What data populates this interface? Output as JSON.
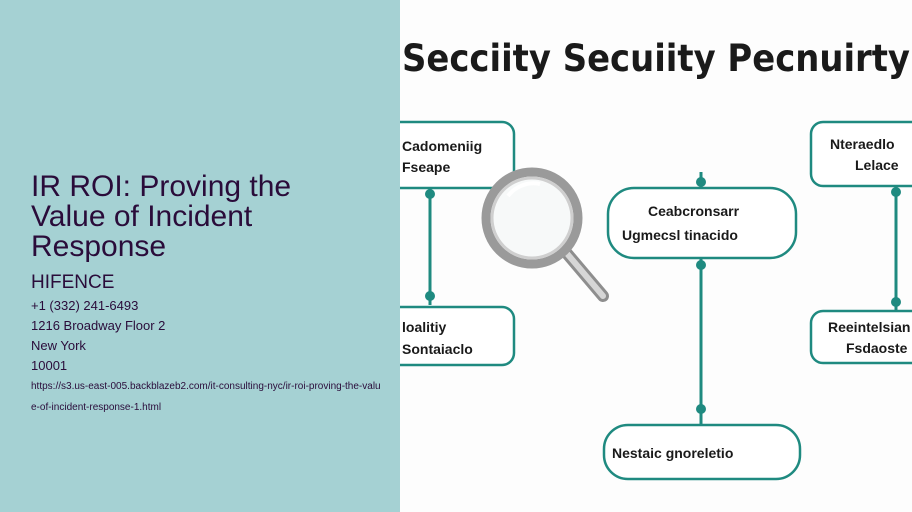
{
  "title": "IR ROI: Proving the Value of Incident Response",
  "company": "HIFENCE",
  "phone": "+1 (332) 241-6493",
  "address_line": "1216 Broadway Floor 2",
  "city": "New York",
  "zip": "10001",
  "url": "https://s3.us-east-005.backblazeb2.com/it-consulting-nyc/ir-roi-proving-the-value-of-incident-response-1.html",
  "diagram": {
    "heading": "Secciity Secuiity Pecnuirty",
    "boxes": {
      "top_left_line1": "Cadomeniig",
      "top_left_line2": "Fseape",
      "top_right_line1": "Nteraedlo",
      "top_right_line2": "Lelace",
      "center_line1": "Ceabcronsarr",
      "center_line2": "Ugmecsl tinacido",
      "mid_left_line1": "loalitiy",
      "mid_left_line2": "Sontaiaclo",
      "mid_right_line1": "Reeintelsian",
      "mid_right_line2": "Fsdaoste",
      "bottom": "Nestaic gnoreletio"
    },
    "colors": {
      "line": "#1f8a80",
      "box_border": "#1f8a80",
      "text": "#1a1a1a"
    }
  }
}
